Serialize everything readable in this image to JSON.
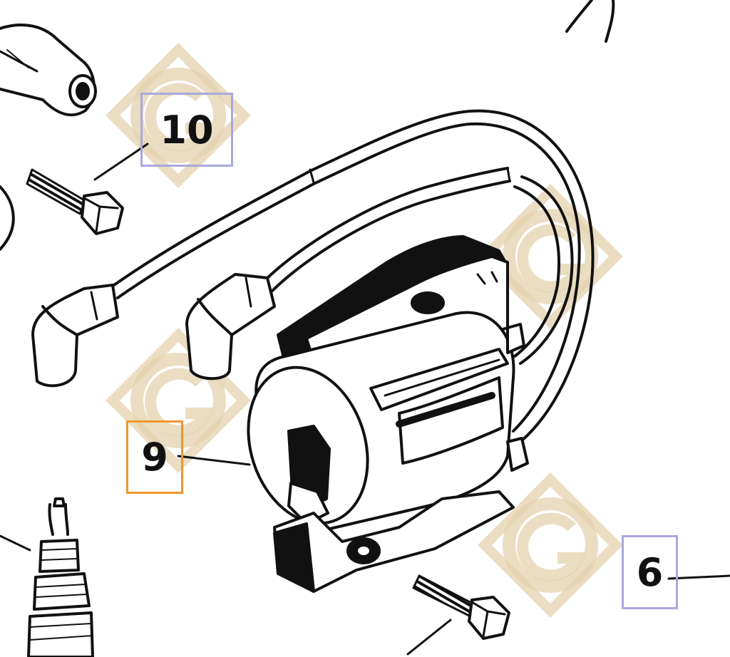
{
  "callouts": [
    {
      "label": "10",
      "box_color": "#a9a8dc"
    },
    {
      "label": "9",
      "box_color": "#f0962e"
    },
    {
      "label": "6",
      "box_color": "#a9a8dc"
    }
  ],
  "watermark": {
    "glyph": "G",
    "color": "#d8c49a"
  },
  "line_color": "#111111"
}
